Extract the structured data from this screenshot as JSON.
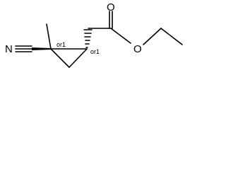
{
  "structure": {
    "atoms": {
      "nitrile_nitrogen": "N",
      "carbonyl_oxygen": "O",
      "ester_oxygen": "O"
    },
    "stereo_descriptors": {
      "quaternary_carbon": "or1",
      "ring_carbon_ester": "or1"
    }
  },
  "colors": {
    "ink": "#000000",
    "background": "#ffffff"
  }
}
